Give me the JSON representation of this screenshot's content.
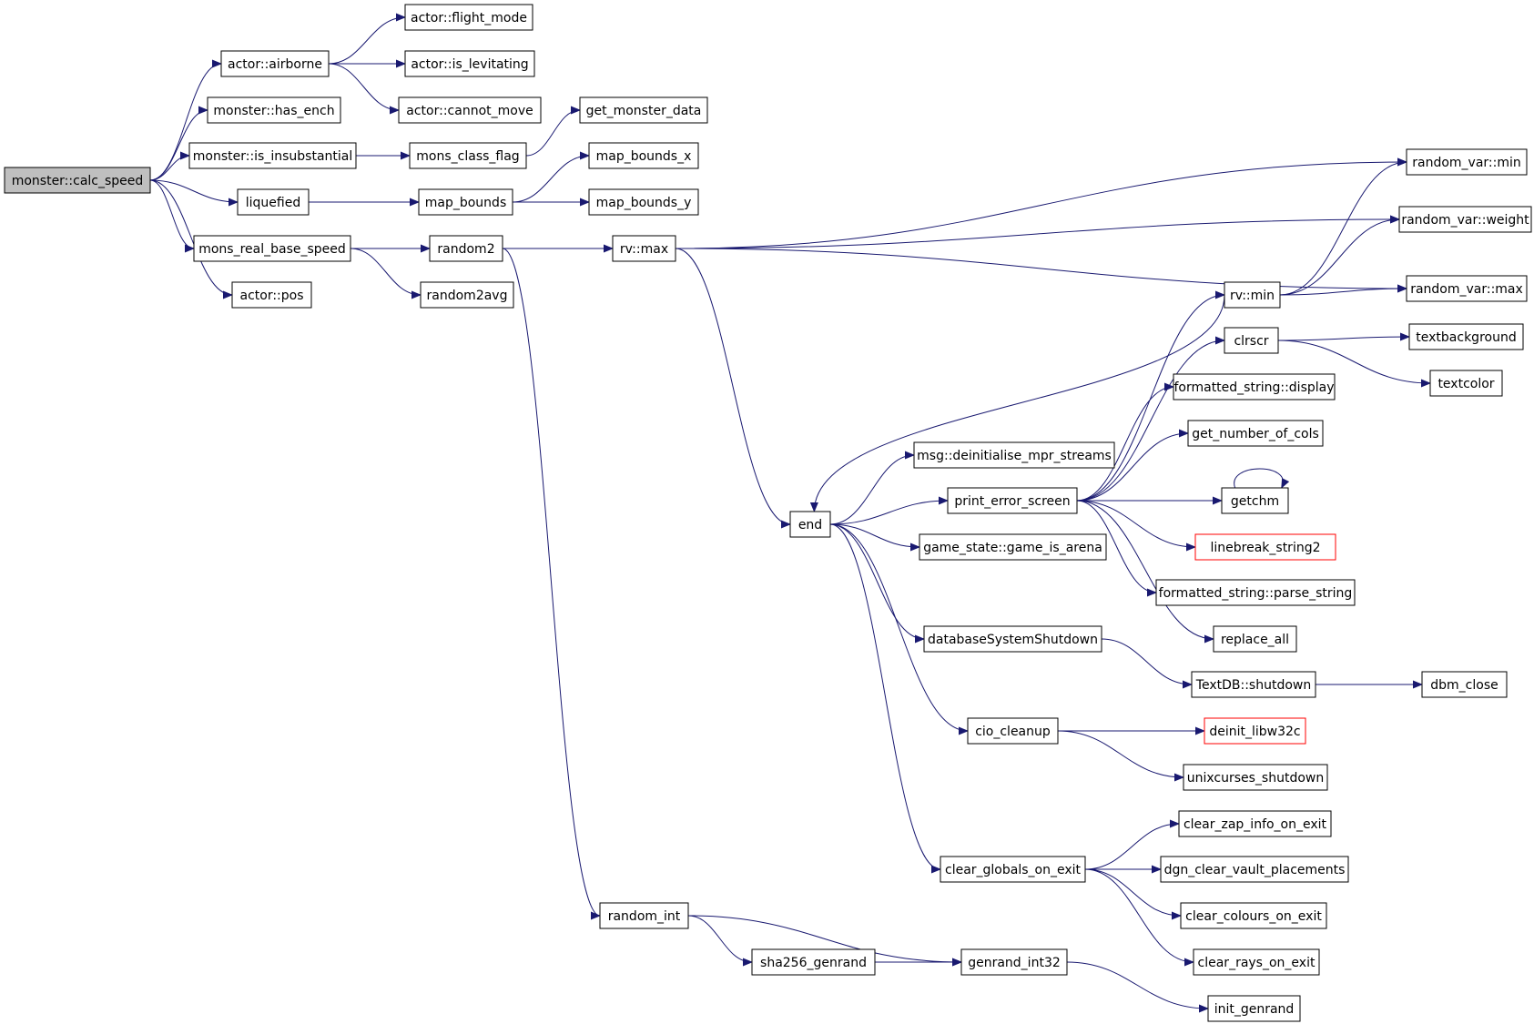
{
  "colors": {
    "edge": "#191970",
    "node_border": "#000000",
    "node_fill": "#ffffff",
    "root_fill": "#bfbfbf",
    "truncated_border": "#ff0000"
  },
  "root_node": "n0",
  "truncated_nodes": [
    "n31",
    "n39"
  ],
  "nodes": [
    {
      "id": "n0",
      "label": "monster::calc_speed"
    },
    {
      "id": "n1",
      "label": "actor::airborne"
    },
    {
      "id": "n2",
      "label": "actor::flight_mode"
    },
    {
      "id": "n3",
      "label": "actor::is_levitating"
    },
    {
      "id": "n4",
      "label": "actor::cannot_move"
    },
    {
      "id": "n5",
      "label": "monster::has_ench"
    },
    {
      "id": "n6",
      "label": "get_monster_data"
    },
    {
      "id": "n7",
      "label": "monster::is_insubstantial"
    },
    {
      "id": "n8",
      "label": "mons_class_flag"
    },
    {
      "id": "n9",
      "label": "map_bounds_x"
    },
    {
      "id": "n10",
      "label": "liquefied"
    },
    {
      "id": "n11",
      "label": "map_bounds"
    },
    {
      "id": "n12",
      "label": "map_bounds_y"
    },
    {
      "id": "n13",
      "label": "mons_real_base_speed"
    },
    {
      "id": "n14",
      "label": "random2"
    },
    {
      "id": "n15",
      "label": "rv::max"
    },
    {
      "id": "n16",
      "label": "actor::pos"
    },
    {
      "id": "n17",
      "label": "random2avg"
    },
    {
      "id": "n18",
      "label": "random_var::min"
    },
    {
      "id": "n19",
      "label": "random_var::weight"
    },
    {
      "id": "n20",
      "label": "random_var::max"
    },
    {
      "id": "n21",
      "label": "rv::min"
    },
    {
      "id": "n22",
      "label": "clrscr"
    },
    {
      "id": "n23",
      "label": "textbackground"
    },
    {
      "id": "n24",
      "label": "textcolor"
    },
    {
      "id": "n25",
      "label": "formatted_string::display"
    },
    {
      "id": "n26",
      "label": "get_number_of_cols"
    },
    {
      "id": "n27",
      "label": "msg::deinitialise_mpr_streams"
    },
    {
      "id": "n28",
      "label": "print_error_screen"
    },
    {
      "id": "n29",
      "label": "getchm"
    },
    {
      "id": "n30",
      "label": "end"
    },
    {
      "id": "n31",
      "label": "linebreak_string2"
    },
    {
      "id": "n32",
      "label": "game_state::game_is_arena"
    },
    {
      "id": "n33",
      "label": "formatted_string::parse_string"
    },
    {
      "id": "n34",
      "label": "databaseSystemShutdown"
    },
    {
      "id": "n35",
      "label": "replace_all"
    },
    {
      "id": "n36",
      "label": "TextDB::shutdown"
    },
    {
      "id": "n37",
      "label": "dbm_close"
    },
    {
      "id": "n38",
      "label": "cio_cleanup"
    },
    {
      "id": "n39",
      "label": "deinit_libw32c"
    },
    {
      "id": "n40",
      "label": "unixcurses_shutdown"
    },
    {
      "id": "n41",
      "label": "clear_zap_info_on_exit"
    },
    {
      "id": "n42",
      "label": "clear_globals_on_exit"
    },
    {
      "id": "n43",
      "label": "dgn_clear_vault_placements"
    },
    {
      "id": "n44",
      "label": "random_int"
    },
    {
      "id": "n45",
      "label": "clear_colours_on_exit"
    },
    {
      "id": "n46",
      "label": "sha256_genrand"
    },
    {
      "id": "n47",
      "label": "genrand_int32"
    },
    {
      "id": "n48",
      "label": "clear_rays_on_exit"
    },
    {
      "id": "n49",
      "label": "init_genrand"
    }
  ],
  "edges": [
    [
      "n0",
      "n1"
    ],
    [
      "n0",
      "n5"
    ],
    [
      "n0",
      "n7"
    ],
    [
      "n0",
      "n10"
    ],
    [
      "n0",
      "n13"
    ],
    [
      "n0",
      "n16"
    ],
    [
      "n1",
      "n2"
    ],
    [
      "n1",
      "n3"
    ],
    [
      "n1",
      "n4"
    ],
    [
      "n7",
      "n8"
    ],
    [
      "n8",
      "n6"
    ],
    [
      "n10",
      "n11"
    ],
    [
      "n11",
      "n9"
    ],
    [
      "n11",
      "n12"
    ],
    [
      "n13",
      "n14"
    ],
    [
      "n13",
      "n17"
    ],
    [
      "n14",
      "n15"
    ],
    [
      "n14",
      "n44"
    ],
    [
      "n15",
      "n18"
    ],
    [
      "n15",
      "n19"
    ],
    [
      "n15",
      "n20"
    ],
    [
      "n15",
      "n30"
    ],
    [
      "n21",
      "n18"
    ],
    [
      "n21",
      "n19"
    ],
    [
      "n21",
      "n20"
    ],
    [
      "n21",
      "n30"
    ],
    [
      "n22",
      "n23"
    ],
    [
      "n22",
      "n24"
    ],
    [
      "n28",
      "n21"
    ],
    [
      "n28",
      "n22"
    ],
    [
      "n28",
      "n25"
    ],
    [
      "n28",
      "n26"
    ],
    [
      "n28",
      "n29"
    ],
    [
      "n28",
      "n31"
    ],
    [
      "n28",
      "n33"
    ],
    [
      "n28",
      "n35"
    ],
    [
      "n29",
      "n29"
    ],
    [
      "n30",
      "n27"
    ],
    [
      "n30",
      "n28"
    ],
    [
      "n30",
      "n32"
    ],
    [
      "n30",
      "n34"
    ],
    [
      "n30",
      "n38"
    ],
    [
      "n30",
      "n42"
    ],
    [
      "n34",
      "n36"
    ],
    [
      "n36",
      "n37"
    ],
    [
      "n38",
      "n39"
    ],
    [
      "n38",
      "n40"
    ],
    [
      "n42",
      "n41"
    ],
    [
      "n42",
      "n43"
    ],
    [
      "n42",
      "n45"
    ],
    [
      "n42",
      "n48"
    ],
    [
      "n44",
      "n46"
    ],
    [
      "n44",
      "n47"
    ],
    [
      "n46",
      "n47"
    ],
    [
      "n47",
      "n49"
    ]
  ]
}
